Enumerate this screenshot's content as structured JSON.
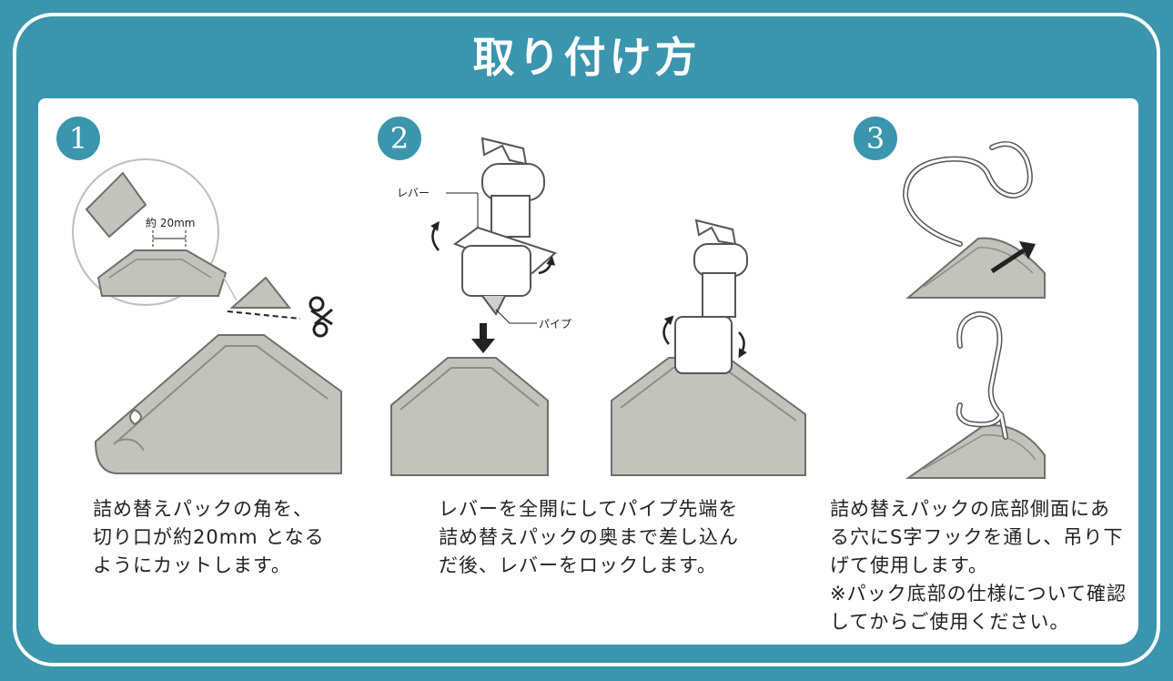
{
  "title": "取り付け方",
  "steps": [
    {
      "number": "1",
      "text": "詰め替えパックの角を、\n切り口が約20mm となる\nようにカットします。",
      "callout": "約 20mm"
    },
    {
      "number": "2",
      "text": "レバーを全開にしてパイプ先端を\n詰め替えパックの奥まで差し込ん\nだ後、レバーをロックします。",
      "label_lever": "レバー",
      "label_pipe": "パイプ"
    },
    {
      "number": "3",
      "text": "詰め替えパックの底部側面にあ\nる穴にS字フックを通し、吊り下\nげて使用します。\n※パック底部の仕様について確認\nしてからご使用ください。"
    }
  ],
  "colors": {
    "frame": "#3a95ad",
    "pack_fill": "#c3c3be",
    "pack_edge": "#6f6f6b"
  },
  "icons": [
    "scissors-icon",
    "rotate-arrow-icon",
    "down-arrow-icon",
    "s-hook-icon"
  ]
}
